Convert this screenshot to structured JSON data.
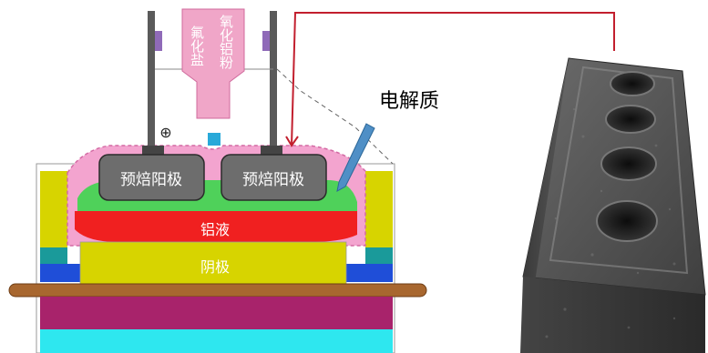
{
  "labels": {
    "fluoride": "氟化盐",
    "alumina": "氧化铝粉",
    "electrolyte": "电解质",
    "anode_left": "预焙阳极",
    "anode_right": "预焙阳极",
    "aluminum_liquid": "铝液",
    "cathode": "阴极",
    "polarity": "⊕"
  },
  "colors": {
    "hopper": "#f0a6c8",
    "electrolyte_zone": "#f3a4cf",
    "green_bath": "#4fd15a",
    "aluminum": "#f02020",
    "cathode": "#d7d400",
    "bottom_band": "#a8236b",
    "base_band": "#2ee7ef",
    "steel_bar": "#a8672f",
    "anode": "#6d6d6d",
    "connector": "#c21f2e",
    "arrow": "#4f8fc6",
    "blue_block": "#1f4ed8",
    "teal_block": "#1a9a9a",
    "square_marker": "#29a9d9"
  },
  "icons": {
    "polarity": "plus-circle-icon",
    "electrolyte_arrow": "arrow-icon",
    "anode_block_photo": "anode-block-photo"
  }
}
